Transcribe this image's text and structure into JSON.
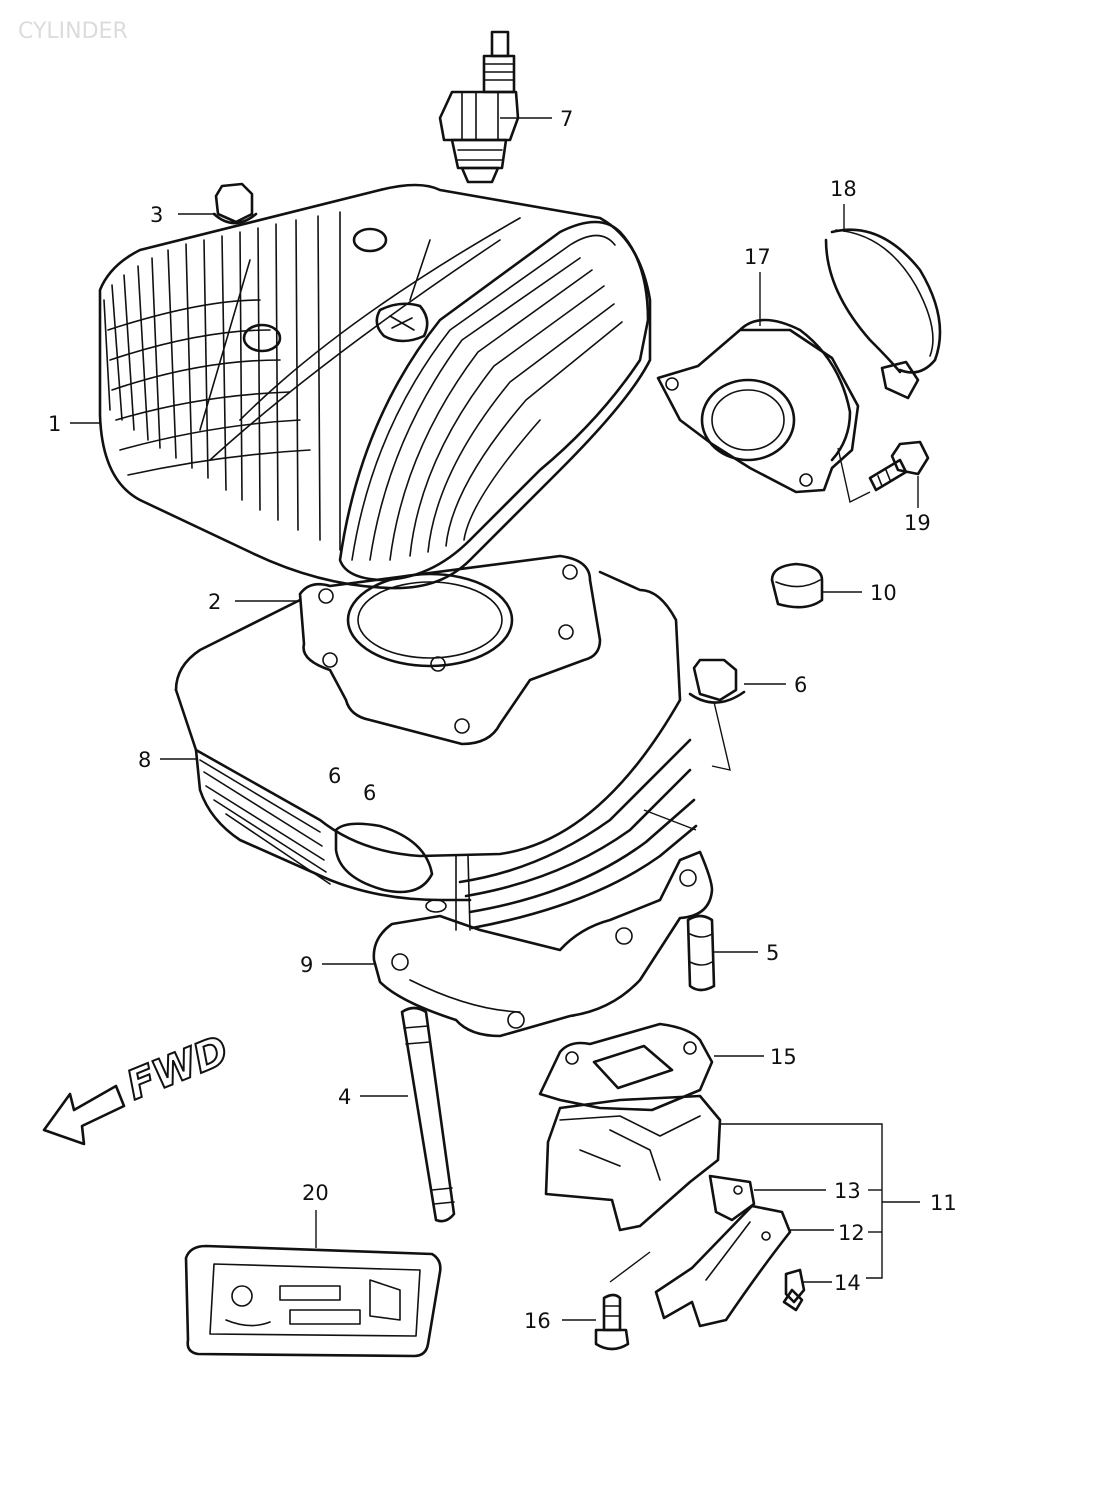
{
  "watermark": "CYLINDER",
  "fwd_label": "FWD",
  "callouts": {
    "c1": "1",
    "c2": "2",
    "c3": "3",
    "c4": "4",
    "c5": "5",
    "c6": "6",
    "c7": "7",
    "c8": "8",
    "c9": "9",
    "c10": "10",
    "c11": "11",
    "c12": "12",
    "c13": "13",
    "c14": "14",
    "c15": "15",
    "c16": "16",
    "c17": "17",
    "c18": "18",
    "c19": "19",
    "c20": "20"
  },
  "cylinder_stamp": {
    "a": "6",
    "b": "6"
  }
}
